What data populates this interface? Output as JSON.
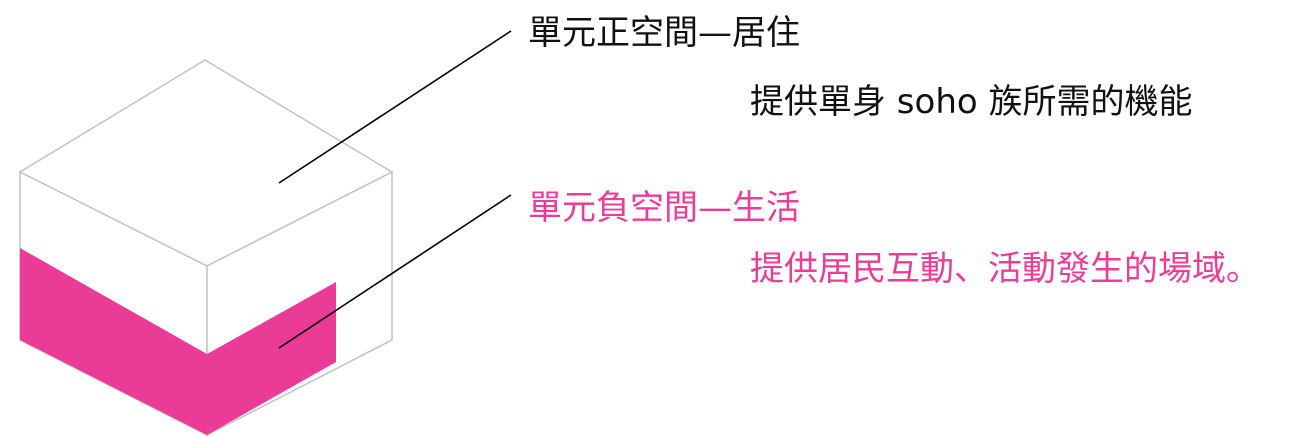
{
  "colors": {
    "face_top": "#ffffff",
    "face_side": "#ffffff",
    "edge": "#c2c2c2",
    "negative_space": "#ea3c96",
    "leader_line": "#000000",
    "text_positive": "#111111",
    "text_negative": "#e83e97"
  },
  "positive_space": {
    "title": "單元正空間—居住",
    "description": "提供單身 soho 族所需的機能"
  },
  "negative_space": {
    "title": "單元負空間—生活",
    "description": "提供居民互動、活動發生的場域。"
  }
}
